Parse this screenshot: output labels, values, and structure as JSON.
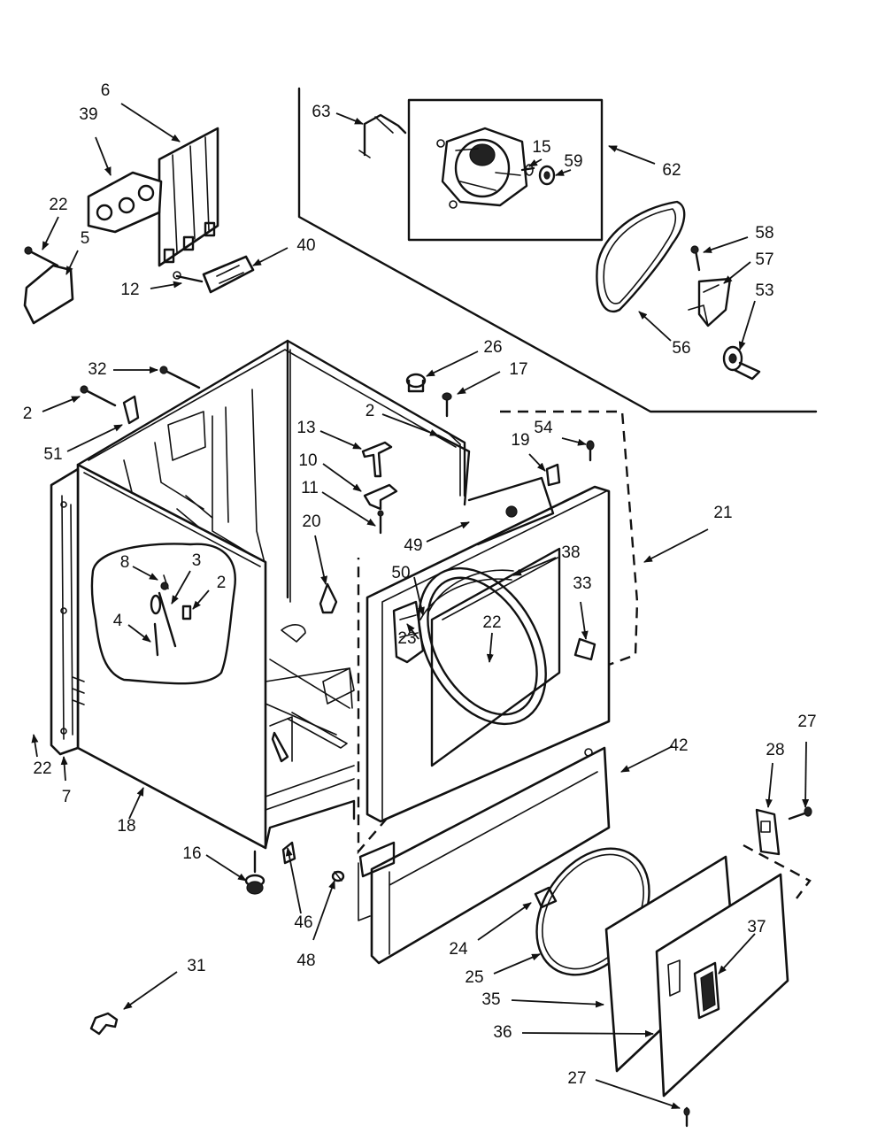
{
  "callouts": [
    {
      "id": "c6",
      "label": "6"
    },
    {
      "id": "c39",
      "label": "39"
    },
    {
      "id": "c22a",
      "label": "22"
    },
    {
      "id": "c5",
      "label": "5"
    },
    {
      "id": "c12",
      "label": "12"
    },
    {
      "id": "c40",
      "label": "40"
    },
    {
      "id": "c63",
      "label": "63"
    },
    {
      "id": "c15",
      "label": "15"
    },
    {
      "id": "c59",
      "label": "59"
    },
    {
      "id": "c62",
      "label": "62"
    },
    {
      "id": "c58",
      "label": "58"
    },
    {
      "id": "c57",
      "label": "57"
    },
    {
      "id": "c53",
      "label": "53"
    },
    {
      "id": "c56",
      "label": "56"
    },
    {
      "id": "c32",
      "label": "32"
    },
    {
      "id": "c26",
      "label": "26"
    },
    {
      "id": "c17",
      "label": "17"
    },
    {
      "id": "c2a",
      "label": "2"
    },
    {
      "id": "c2b",
      "label": "2"
    },
    {
      "id": "c51",
      "label": "51"
    },
    {
      "id": "c13",
      "label": "13"
    },
    {
      "id": "c10",
      "label": "10"
    },
    {
      "id": "c11",
      "label": "11"
    },
    {
      "id": "c19",
      "label": "19"
    },
    {
      "id": "c54",
      "label": "54"
    },
    {
      "id": "c21",
      "label": "21"
    },
    {
      "id": "c20",
      "label": "20"
    },
    {
      "id": "c49",
      "label": "49"
    },
    {
      "id": "c50",
      "label": "50"
    },
    {
      "id": "c38",
      "label": "38"
    },
    {
      "id": "c33",
      "label": "33"
    },
    {
      "id": "c22b",
      "label": "22"
    },
    {
      "id": "c23",
      "label": "23"
    },
    {
      "id": "c8",
      "label": "8"
    },
    {
      "id": "c3",
      "label": "3"
    },
    {
      "id": "c2c",
      "label": "2"
    },
    {
      "id": "c4",
      "label": "4"
    },
    {
      "id": "c22c",
      "label": "22"
    },
    {
      "id": "c7",
      "label": "7"
    },
    {
      "id": "c18",
      "label": "18"
    },
    {
      "id": "c16",
      "label": "16"
    },
    {
      "id": "c46",
      "label": "46"
    },
    {
      "id": "c48",
      "label": "48"
    },
    {
      "id": "c42",
      "label": "42"
    },
    {
      "id": "c28",
      "label": "28"
    },
    {
      "id": "c27a",
      "label": "27"
    },
    {
      "id": "c37",
      "label": "37"
    },
    {
      "id": "c24",
      "label": "24"
    },
    {
      "id": "c25",
      "label": "25"
    },
    {
      "id": "c35",
      "label": "35"
    },
    {
      "id": "c36",
      "label": "36"
    },
    {
      "id": "c27b",
      "label": "27"
    },
    {
      "id": "c31",
      "label": "31"
    }
  ]
}
